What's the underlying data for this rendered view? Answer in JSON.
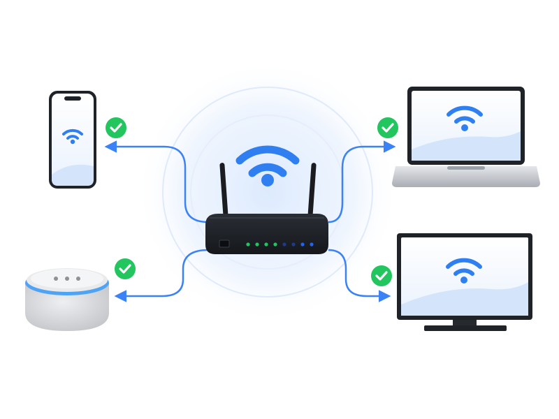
{
  "diagram": {
    "hub": {
      "name": "wifi-router",
      "status_led_colors": [
        "#22c55e",
        "#22c55e",
        "#22c55e",
        "#22c55e",
        "#1e3a8a",
        "#1e3a8a",
        "#2563eb",
        "#2563eb"
      ]
    },
    "devices": [
      {
        "id": "smartphone",
        "icon": "smartphone-icon",
        "status": "connected"
      },
      {
        "id": "laptop",
        "icon": "laptop-icon",
        "status": "connected"
      },
      {
        "id": "smart-speaker",
        "icon": "smart-speaker-icon",
        "status": "connected"
      },
      {
        "id": "monitor",
        "icon": "monitor-icon",
        "status": "connected"
      }
    ],
    "connection_direction": "router-to-device",
    "status_icon": "check-circle-icon"
  },
  "colors": {
    "wifi_blue": "#2f7ff0",
    "connection_line": "#3b82f6",
    "check_green": "#22c55e",
    "router_body": "#1c1f24",
    "device_frame": "#1f2328",
    "screen_bg": "#f4f8fe",
    "speaker_fabric": "#dcdde0",
    "speaker_ring": "#4fa3f5",
    "halo": "#e6f0fd"
  }
}
